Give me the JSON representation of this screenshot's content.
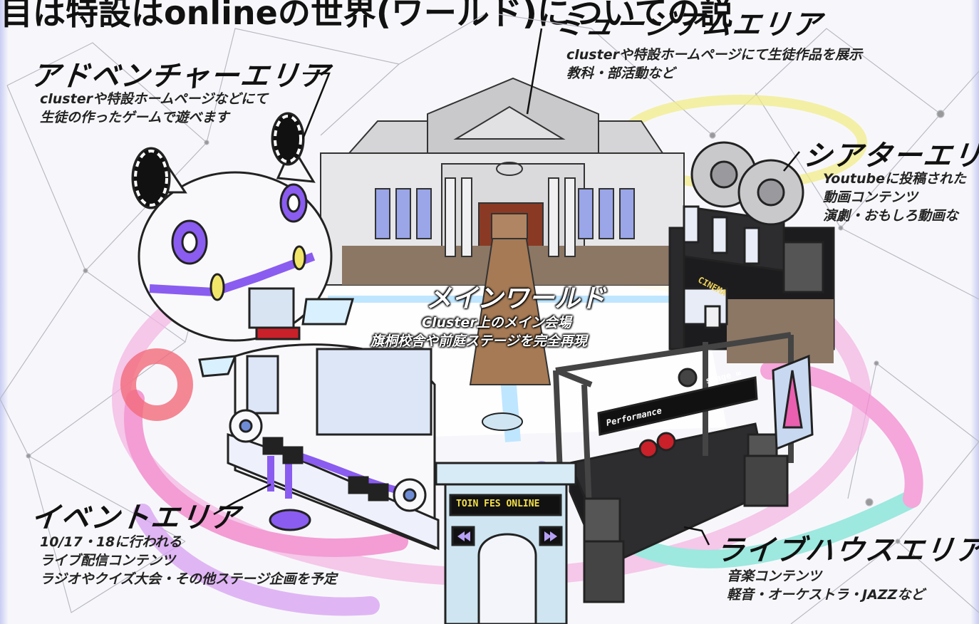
{
  "header_text": "目は特設はonlineの世界(ワールド)についての説",
  "areas": {
    "museum": {
      "title": "ミュージアムエリア",
      "lines": [
        "clusterや特設ホームページにて生徒作品を展示",
        "教科・部活動など"
      ]
    },
    "adventure": {
      "title": "アドベンチャーエリア",
      "lines": [
        "clusterや特設ホームページなどにて",
        "生徒の作ったゲームで遊べます"
      ]
    },
    "theater": {
      "title": "シアターエリア",
      "lines": [
        "Youtubeに投稿された",
        "動画コンテンツ",
        "演劇・おもしろ動画な"
      ]
    },
    "main_world": {
      "title": "メインワールド",
      "lines": [
        "Cluster上のメイン会場",
        "旗桐校舎や前庭ステージを完全再現"
      ]
    },
    "event": {
      "title": "イベントエリア",
      "lines": [
        "10/17・18に行われる",
        "ライブ配信コンテンツ",
        "ラジオやクイズ大会・その他ステージ企画を予定"
      ]
    },
    "livehouse": {
      "title": "ライブハウスエリア",
      "lines": [
        "音楽コンテンツ",
        "軽音・オーケストラ・JAZZなど"
      ]
    }
  },
  "gate_sign": "TOIN FES ONLINE",
  "cinema_sign": "CINEMA",
  "stage_sign": "Performance",
  "stage_label": "stage ∞",
  "colors": {
    "accent_purple": "#8a5cf0",
    "accent_pink": "#f27fc7",
    "accent_yellow": "#f2e66a",
    "accent_teal": "#7fe3d6"
  }
}
